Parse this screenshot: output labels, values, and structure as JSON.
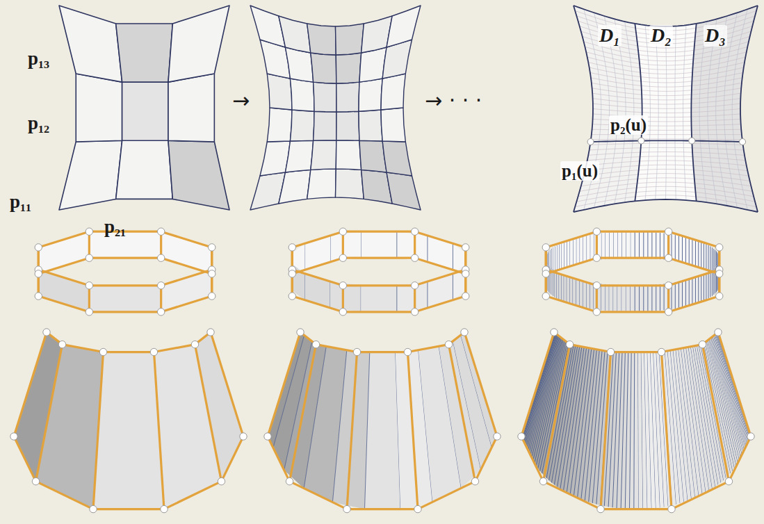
{
  "diagram": {
    "labels": [
      "p₁₃",
      "p₁₂",
      "p₁₁",
      "p₂₁",
      "→",
      "→ · · ·",
      "D₁",
      "D₂",
      "D₃",
      "p₂(u)",
      "p₁(u)"
    ]
  }
}
